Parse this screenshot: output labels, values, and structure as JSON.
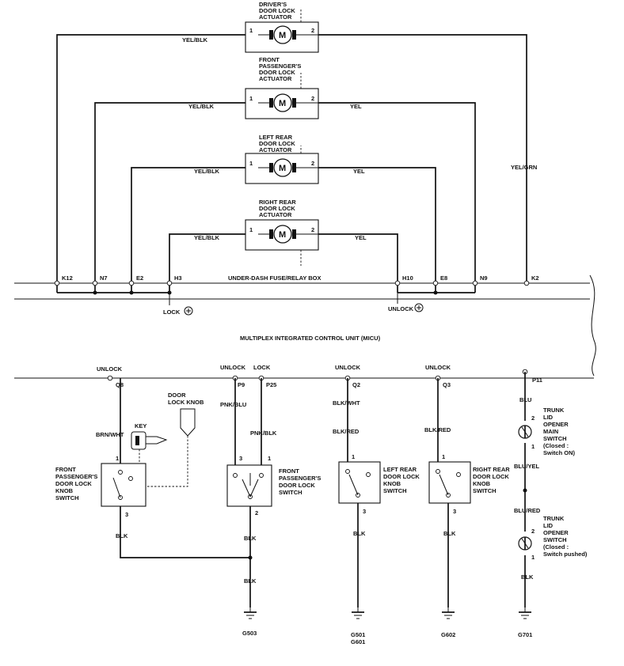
{
  "actuators": {
    "driver": {
      "title": [
        "DRIVER'S",
        "DOOR LOCK",
        "ACTUATOR"
      ],
      "left_wire": "YEL/BLK",
      "right_wire": "",
      "pin1": "1",
      "pin2": "2",
      "motor": "M"
    },
    "front_passenger": {
      "title": [
        "FRONT",
        "PASSENGER'S",
        "DOOR LOCK",
        "ACTUATOR"
      ],
      "left_wire": "YEL/BLK",
      "right_wire": "YEL",
      "pin1": "1",
      "pin2": "2",
      "motor": "M"
    },
    "left_rear": {
      "title": [
        "LEFT REAR",
        "DOOR LOCK",
        "ACTUATOR"
      ],
      "left_wire": "YEL/BLK",
      "right_wire": "YEL",
      "pin1": "1",
      "pin2": "2",
      "motor": "M"
    },
    "right_rear": {
      "title": [
        "RIGHT REAR",
        "DOOR LOCK",
        "ACTUATOR"
      ],
      "left_wire": "YEL/BLK",
      "right_wire": "YEL",
      "pin1": "1",
      "pin2": "2",
      "motor": "M"
    }
  },
  "yel_grn_wire": "YEL/GRN",
  "fuse_box": {
    "label": "UNDER-DASH FUSE/RELAY BOX",
    "connectors": {
      "k12": "K12",
      "n7": "N7",
      "e2": "E2",
      "h3": "H3",
      "h10": "H10",
      "e8": "E8",
      "n9": "N9",
      "k2": "K2"
    },
    "lock": "LOCK",
    "unlock": "UNLOCK"
  },
  "micu": {
    "label": "MULTIPLEX INTEGRATED CONTROL UNIT (MICU)",
    "unlock": "UNLOCK",
    "lock": "LOCK",
    "pins": {
      "q8": "Q8",
      "p9": "P9",
      "p25": "P25",
      "q2": "Q2",
      "q3": "Q3",
      "p11": "P11"
    }
  },
  "switches": {
    "fp_knob": {
      "title": [
        "FRONT",
        "PASSENGER'S",
        "DOOR LOCK",
        "KNOB",
        "SWITCH"
      ],
      "wire_top": "BRN/WHT",
      "wire_bottom": "BLK",
      "pin_top": "1",
      "pin_bottom": "3"
    },
    "key": "KEY",
    "door_lock_knob": [
      "DOOR",
      "LOCK KNOB"
    ],
    "fp_lock": {
      "title": [
        "FRONT",
        "PASSENGER'S",
        "DOOR LOCK",
        "SWITCH"
      ],
      "wire_left": "PNK/BLU",
      "wire_right": "PNK/BLK",
      "pin_left": "3",
      "pin_right": "1",
      "pin_bottom": "2"
    },
    "lr_knob": {
      "title": [
        "LEFT REAR",
        "DOOR LOCK",
        "KNOB",
        "SWITCH"
      ],
      "wire_top1": "BLK/WHT",
      "wire_top2": "BLK/RED",
      "wire_bottom": "BLK",
      "pin_top": "1",
      "pin_bottom": "3"
    },
    "rr_knob": {
      "title": [
        "RIGHT REAR",
        "DOOR LOCK",
        "KNOB",
        "SWITCH"
      ],
      "wire_top": "BLK/RED",
      "wire_bottom": "BLK",
      "pin_top": "1",
      "pin_bottom": "3"
    },
    "trunk_main": {
      "title": [
        "TRUNK",
        "LID",
        "OPENER",
        "MAIN",
        "SWITCH",
        "(Closed :",
        "Switch ON)"
      ],
      "wire_top": "BLU",
      "wire_bottom": "BLU/YEL",
      "pin_top": "2",
      "pin_bottom": "1"
    },
    "trunk_opener": {
      "title": [
        "TRUNK",
        "LID",
        "OPENER",
        "SWITCH",
        "(Closed :",
        "Switch pushed)"
      ],
      "wire_top": "BLU/RED",
      "wire_bottom": "BLK",
      "pin_top": "2",
      "pin_bottom": "1"
    }
  },
  "ground_wires": {
    "g503_upper": "BLK",
    "g503_lower": "BLK"
  },
  "grounds": {
    "g503": "G503",
    "g501": "G501",
    "g601": "G601",
    "g602": "G602",
    "g701": "G701"
  }
}
